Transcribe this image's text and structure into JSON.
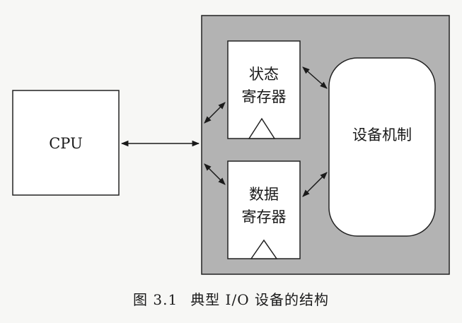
{
  "diagram": {
    "cpu_label": "CPU",
    "status_register_label": [
      "状态",
      "寄存器"
    ],
    "data_register_label": [
      "数据",
      "寄存器"
    ],
    "device_mechanism_label": "设备机制"
  },
  "caption": {
    "number": "图 3.1",
    "title": "典型 I/O 设备的结构"
  }
}
